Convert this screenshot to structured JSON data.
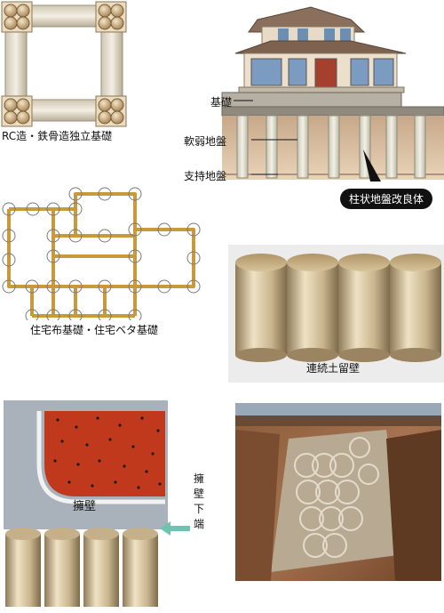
{
  "panels": {
    "rc_foundation": {
      "caption": "RC造・鉄骨造独立基礎"
    },
    "house_section": {
      "label_foundation": "基礎",
      "label_soft_ground": "軟弱地盤",
      "label_bearing_ground": "支持地盤",
      "callout": "柱状地盤改良体"
    },
    "house_plan": {
      "caption": "住宅布基礎・住宅ベタ基礎"
    },
    "continuous_wall": {
      "caption": "連続土留壁"
    },
    "retaining_wall": {
      "wall_label": "擁壁",
      "bottom_label": "擁壁下端"
    },
    "site_photo": {}
  },
  "colors": {
    "callout_bg": "#111111",
    "callout_text": "#ffffff",
    "pile": "#cdbb96",
    "beam": "#caa04a",
    "soil_red": "#c1391c",
    "wall_gray": "#a9b1bb",
    "arrow": "#6fc3b0"
  }
}
